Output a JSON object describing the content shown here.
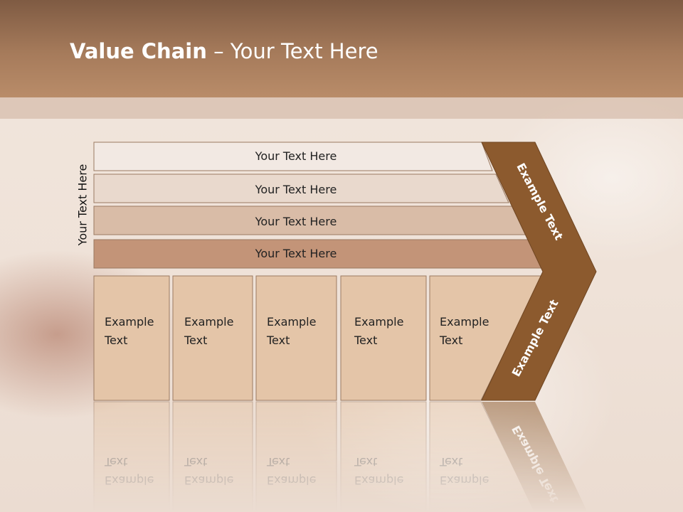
{
  "slide": {
    "title_bold": "Value Chain",
    "title_rest": " – Your Text Here",
    "side_label": "Your Text Here"
  },
  "support_bars": [
    {
      "label": "Your Text Here",
      "color": "#f2e9e3"
    },
    {
      "label": "Your Text Here",
      "color": "#e9d9cd"
    },
    {
      "label": "Your Text Here",
      "color": "#d9bca7"
    },
    {
      "label": "Your Text Here",
      "color": "#c39478"
    }
  ],
  "primary_boxes": [
    {
      "line1": "Example",
      "line2": "Text"
    },
    {
      "line1": "Example",
      "line2": "Text"
    },
    {
      "line1": "Example",
      "line2": "Text"
    },
    {
      "line1": "Example",
      "line2": "Text"
    },
    {
      "line1": "Example",
      "line2": "Text"
    }
  ],
  "chevron": {
    "upper_label": "Example Text",
    "lower_label": "Example Text",
    "color": "#8c5a2e"
  },
  "colors": {
    "box_fill": "#e4c5a8",
    "box_stroke": "#9b7a62"
  }
}
